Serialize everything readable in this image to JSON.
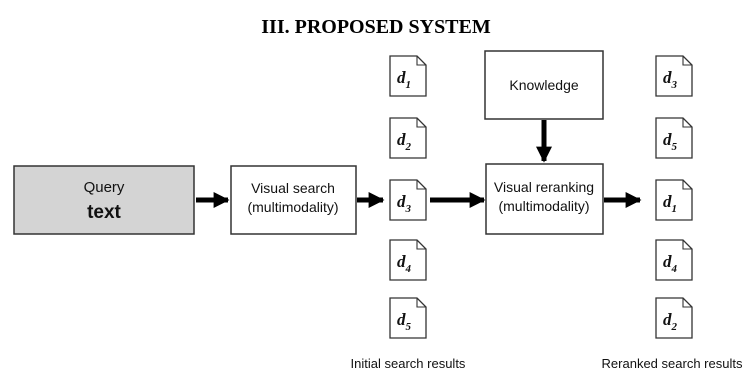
{
  "title": "III. PROPOSED SYSTEM",
  "query": {
    "line1": "Query",
    "line2": "text"
  },
  "visual_search": {
    "line1": "Visual search",
    "line2": "(multimodality)"
  },
  "knowledge": "Knowledge",
  "visual_reranking": {
    "line1": "Visual reranking",
    "line2": "(multimodality)"
  },
  "initial_results": {
    "caption": "Initial search results",
    "docs": [
      {
        "letter": "d",
        "sub": "1"
      },
      {
        "letter": "d",
        "sub": "2"
      },
      {
        "letter": "d",
        "sub": "3"
      },
      {
        "letter": "d",
        "sub": "4"
      },
      {
        "letter": "d",
        "sub": "5"
      }
    ]
  },
  "reranked_results": {
    "caption": "Reranked search results",
    "docs": [
      {
        "letter": "d",
        "sub": "3"
      },
      {
        "letter": "d",
        "sub": "5"
      },
      {
        "letter": "d",
        "sub": "1"
      },
      {
        "letter": "d",
        "sub": "4"
      },
      {
        "letter": "d",
        "sub": "2"
      }
    ]
  }
}
